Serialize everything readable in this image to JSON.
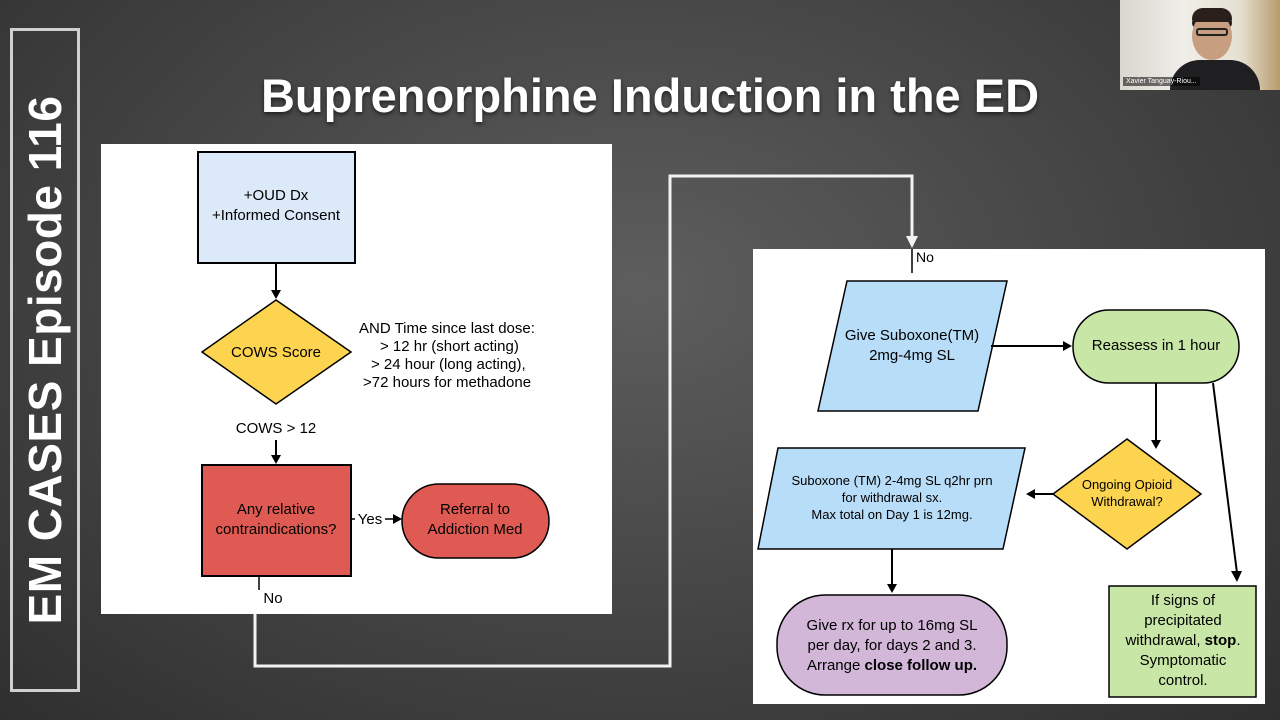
{
  "side_tag": "EM CASES Episode 116",
  "title": "Buprenorphine Induction in the ED",
  "webcam": {
    "name": "Xavier Tanguay-Riou..."
  },
  "left_flow": {
    "start_line1": "+OUD Dx",
    "start_line2": "+Informed Consent",
    "cows_label": "COWS Score",
    "time_note_1": "AND Time since last dose:",
    "time_note_2": "> 12 hr (short acting)",
    "time_note_3": "> 24 hour (long acting),",
    "time_note_4": ">72 hours for methadone",
    "cows_threshold": "COWS > 12",
    "contra_line1": "Any relative",
    "contra_line2": "contraindications?",
    "yes_label": "Yes",
    "referral_line1": "Referral to",
    "referral_line2": "Addiction Med",
    "no_label": "No"
  },
  "right_flow": {
    "no_label": "No",
    "give_line1": "Give Suboxone(TM)",
    "give_line2": "2mg-4mg SL",
    "reassess": "Reassess in 1 hour",
    "ongoing_line1": "Ongoing Opioid",
    "ongoing_line2": "Withdrawal?",
    "q2hr_line1": "Suboxone (TM) 2-4mg SL q2hr prn",
    "q2hr_line2": "for withdrawal sx.",
    "q2hr_line3": "Max total on Day 1 is 12mg.",
    "rx_line1": "Give rx for up to 16mg SL",
    "rx_line2": "per day, for days 2 and 3.",
    "rx_line3a": "Arrange ",
    "rx_line3b": "close follow up.",
    "precip_line1": "If signs of",
    "precip_line2": "precipitated",
    "precip_line3a": "withdrawal, ",
    "precip_line3b": "stop",
    "precip_line3c": ".",
    "precip_line4": "Symptomatic",
    "precip_line5": "control."
  },
  "colors": {
    "start_box": "#dce9f9",
    "diamond": "#fdd44f",
    "contra_box": "#df5a53",
    "referral": "#df5a53",
    "parallelogram": "#b8ddf8",
    "reassess": "#c8e6a5",
    "rx_box": "#d2b7d9",
    "precip_box": "#c8e6a5"
  }
}
